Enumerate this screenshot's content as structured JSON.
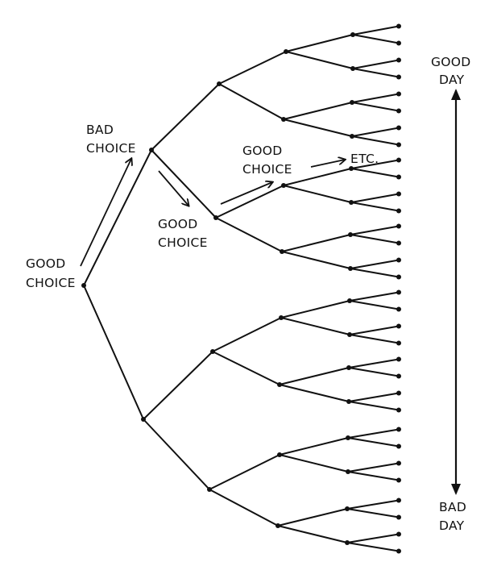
{
  "labels": {
    "root": [
      "GOOD",
      "CHOICE"
    ],
    "bad_choice": [
      "BAD",
      "CHOICE"
    ],
    "good_choice_mid": [
      "GOOD",
      "CHOICE"
    ],
    "good_choice_upper": [
      "GOOD",
      "CHOICE"
    ],
    "etc": "ETC.",
    "scale_top": [
      "GOOD",
      "DAY"
    ],
    "scale_bottom": [
      "BAD",
      "DAY"
    ]
  },
  "colors": {
    "ink": "#111111",
    "paper": "#ffffff"
  }
}
